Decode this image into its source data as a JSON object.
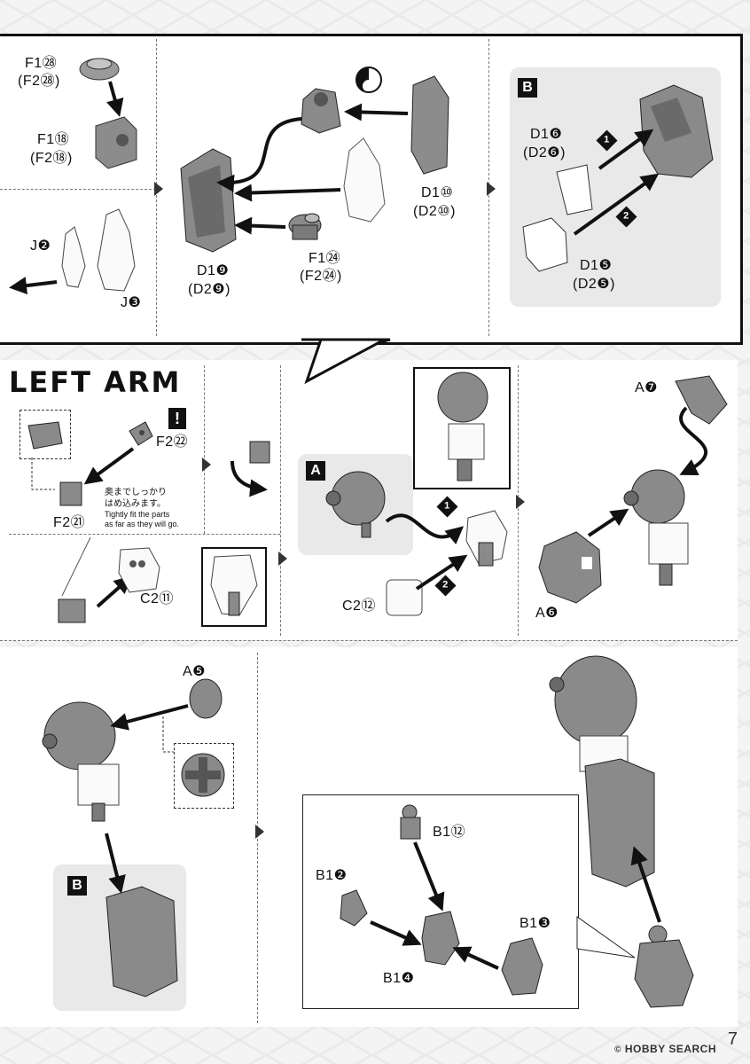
{
  "top": {
    "labels": {
      "f1_28": "F1㉘",
      "f2_28": "(F2㉘)",
      "f1_18": "F1⑱",
      "f2_18": "(F2⑱)",
      "j2": "J❷",
      "j3": "J❸",
      "d1_10": "D1⑩",
      "d2_10": "(D2⑩)",
      "d1_9": "D1❾",
      "d2_9": "(D2❾)",
      "f1_24": "F1㉔",
      "f2_24": "(F2㉔)",
      "b_badge": "B",
      "d1_6": "D1❻",
      "d2_6": "(D2❻)",
      "d1_5": "D1❺",
      "d2_5": "(D2❺)",
      "step1": "1",
      "step2": "2"
    }
  },
  "left_arm": {
    "title": "LEFT ARM",
    "excl": "!",
    "labels": {
      "f2_22": "F2㉒",
      "f2_21": "F2㉑",
      "c2_11": "C2⑪",
      "a_badge": "A",
      "c2_12": "C2⑫",
      "a7": "A❼",
      "a6": "A❻",
      "step1": "1",
      "step2": "2"
    },
    "note_jp_1": "奥までしっかり",
    "note_jp_2": "はめ込みます。",
    "note_en_1": "Tightly fit the parts",
    "note_en_2": "as far as they will go."
  },
  "bottom": {
    "labels": {
      "a5": "A❺",
      "b_badge": "B",
      "b1_12": "B1⑫",
      "b1_2": "B1❷",
      "b1_3": "B1❸",
      "b1_4": "B1❹"
    }
  },
  "footer": {
    "brand": "HOBBY SEARCH",
    "copyright": "©",
    "page": "7"
  }
}
